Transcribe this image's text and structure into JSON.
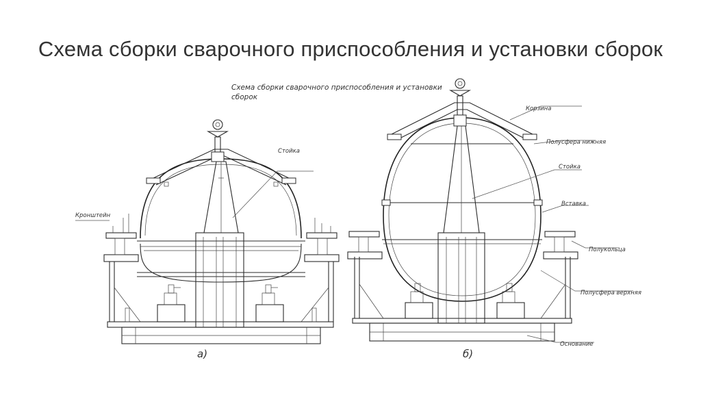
{
  "slide": {
    "title": "Схема сборки сварочного приспособления и установки сборок"
  },
  "drawing": {
    "caption_line1": "Схема сборки сварочного приспособления и установки",
    "caption_line2": "сборок",
    "labels": {
      "stoika_a": "Стойка",
      "kronshtein": "Кронштейн",
      "korzina": "Корзина",
      "polusfera_nizhnyaya": "Полусфера нижняя",
      "stoika_b": "Стойка",
      "vstavka": "Вставка",
      "polukoltsa": "Полукольца",
      "polusfera_verkhnyaya": "Полусфера верхняя",
      "osnovanie": "Основание"
    },
    "sublabel_a": "а)",
    "sublabel_b": "б)"
  }
}
